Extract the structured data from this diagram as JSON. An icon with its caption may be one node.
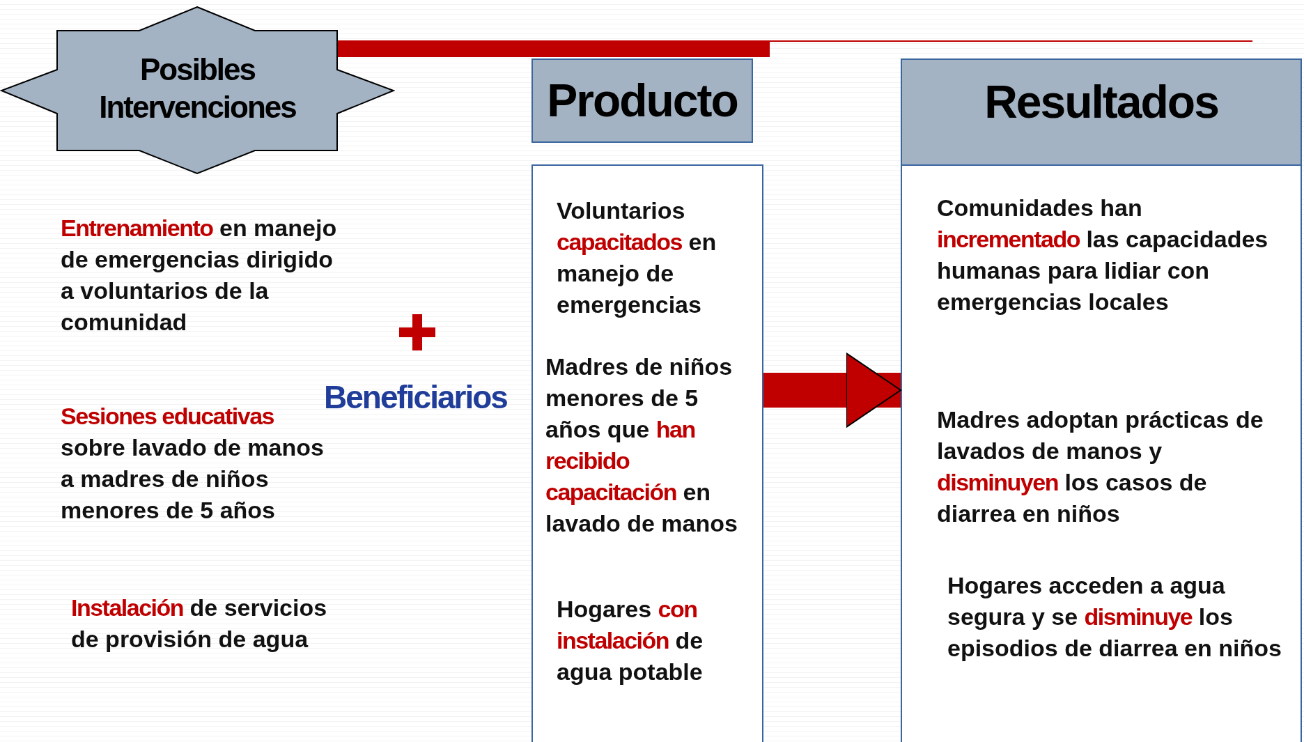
{
  "diagram": {
    "nodes": [
      {
        "text": [
          "Posibles Intervenciones"
        ]
      },
      {
        "text": [
          "Producto"
        ]
      },
      {
        "text": [
          "Voluntarios **capacitados** en manejo de emergencias",
          "Madres de niños menores de 5 años que **han recibido capacitación** en lavado de manos",
          "Hogares **con instalación** de agua potable"
        ]
      },
      {
        "text": [
          "Resultados",
          "Comunidades han **incrementado** las capacidades humanas para lidiar con emergencias locales",
          "Madres adoptan prácticas de lavados de manos y **disminuyen** los casos de diarrea en niños",
          "Hogares acceden a agua segura y se **disminuye** los episodios de diarrea en niños"
        ]
      }
    ],
    "edges": [
      {
        "from": 2,
        "to": 3,
        "arrow": "to"
      }
    ],
    "labels": [
      "**Entrenamiento** en manejo de emergencias dirigido a voluntarios de la comunidad",
      "**Sesiones educativas** sobre lavado de manos a madres de niños menores de 5 años",
      "**Instalación** de servicios de provisión de agua",
      "Beneficiarios"
    ]
  }
}
